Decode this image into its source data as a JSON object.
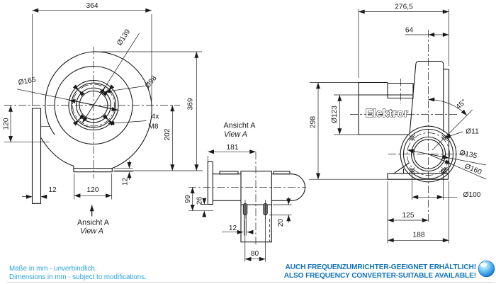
{
  "colors": {
    "line": "#1a1a1a",
    "note_blue": "#2aa4dc",
    "promo_blue": "#1273bd",
    "ball_highlight": "#e9f8ff",
    "ball_dark": "#0a4f9e"
  },
  "front_view": {
    "dim_width": "364",
    "dim_height": "369",
    "dim_center_to_base": "202",
    "dim_center_to_outlet": "120",
    "dim_plate_thickness": "12",
    "dim_foot_width": "120",
    "dim_foot_height": "12",
    "label_flange_od": "Ø165",
    "label_bolt_circle": "Ø139",
    "label_inlet_dia": "Ø98",
    "label_hole_count": "4x",
    "label_hole_thread": "M8",
    "view_ref_de": "Ansicht A",
    "view_ref_en": "View A"
  },
  "side_view_a": {
    "title_de": "Ansicht A",
    "title_en": "View A",
    "dim_length": "181",
    "dim_center_height": "99",
    "dim_base_offset": "26",
    "dim_slot_width": "12",
    "dim_slot_length": "20",
    "dim_slot_spacing": "80"
  },
  "rear_view": {
    "brand": "Elektror",
    "dim_depth": "276,5",
    "dim_center_to_back": "64",
    "dim_height": "298",
    "dim_outlet_dia": "Ø123",
    "dim_hole_angle": "45°",
    "dim_hole_dia": "Ø11",
    "dim_bolt_circle": "Ø135",
    "dim_flange_od": "Ø160",
    "dim_spigot_dia": "Ø100",
    "dim_base_half": "125",
    "dim_base_width": "188"
  },
  "footer": {
    "note_de": "Maße in mm - unverbindlich.",
    "note_en": "Dimensions in mm - subject to modifications.",
    "promo_de": "AUCH FREQUENZUMRICHTER-GEEIGNET ERHÄLTLICH!",
    "promo_en": "ALSO FREQUENCY CONVERTER-SUITABLE AVAILABLE!"
  }
}
